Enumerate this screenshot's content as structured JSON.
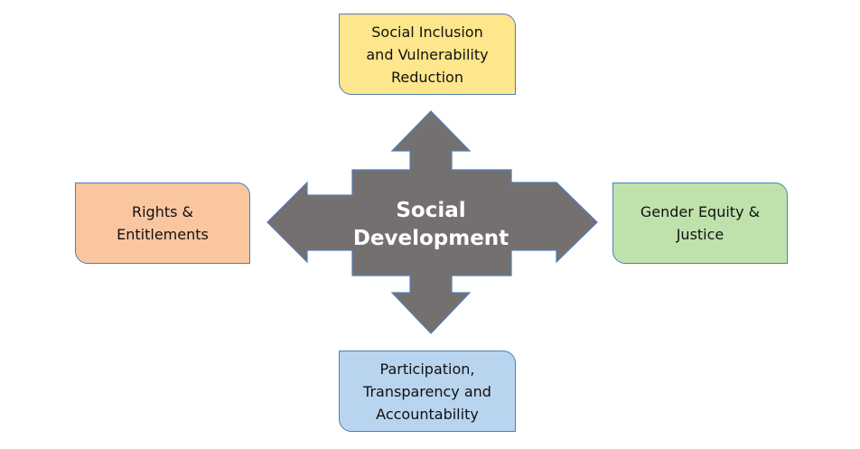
{
  "diagram": {
    "center": {
      "line1": "Social",
      "line2": "Development"
    },
    "top": {
      "line1": "Social Inclusion",
      "line2": "and Vulnerability",
      "line3": "Reduction"
    },
    "left": {
      "line1": "Rights &",
      "line2": "Entitlements"
    },
    "right": {
      "line1": "Gender Equity &",
      "line2": "Justice"
    },
    "bottom": {
      "line1": "Participation,",
      "line2": "Transparency and",
      "line3": "Accountability"
    },
    "colors": {
      "arrow_fill": "#757070",
      "arrow_stroke": "#4f7fb8",
      "top_box": "#fde68b",
      "left_box": "#f9c6a0",
      "right_box": "#bfe2ac",
      "bottom_box": "#b9d4ef",
      "box_border": "#4f7fb8"
    }
  }
}
